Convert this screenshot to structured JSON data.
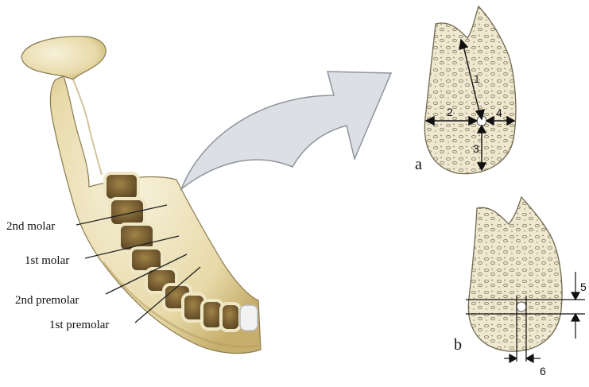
{
  "labels": {
    "second_molar": "2nd molar",
    "first_molar": "1st molar",
    "second_premolar": "2nd premolar",
    "first_premolar": "1st premolar"
  },
  "panels": {
    "a": {
      "letter": "a",
      "measurements": [
        "1",
        "2",
        "3",
        "4"
      ]
    },
    "b": {
      "letter": "b",
      "measurements": [
        "5",
        "6"
      ]
    }
  },
  "colors": {
    "bone": "#efe6c4",
    "bone_dark": "#c9b47a",
    "bone_outline": "#8a7a4e",
    "section_fill": "#efe7cf",
    "arrow_fill": "#dcdfe3",
    "arrow_stroke": "#8f959c",
    "line": "#222222"
  },
  "icons": {
    "arrow": "curved-arrow-right"
  }
}
